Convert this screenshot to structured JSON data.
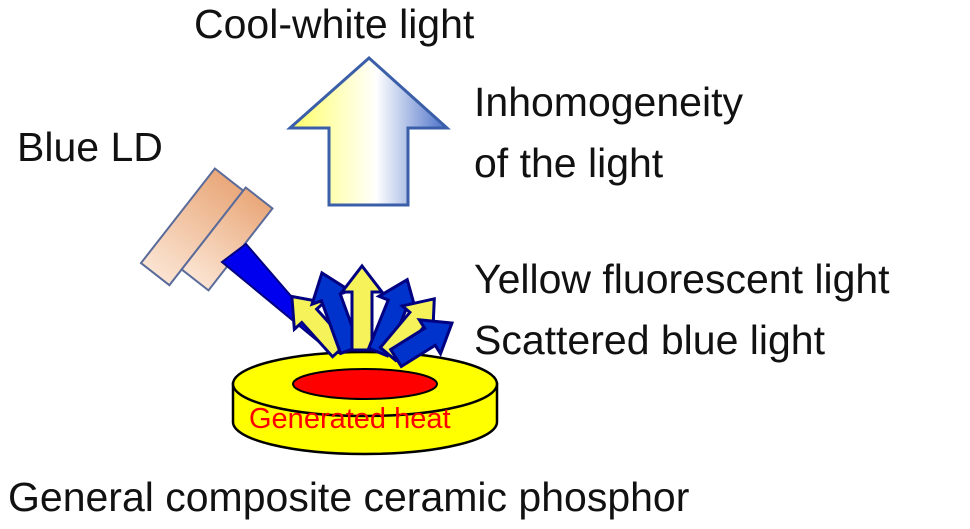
{
  "labels": {
    "cool_white": "Cool-white light",
    "inhomogeneity_line1": "Inhomogeneity",
    "inhomogeneity_line2": "of the light",
    "blue_ld": "Blue LD",
    "yellow_fluorescent": "Yellow fluorescent  light",
    "scattered_blue": "Scattered blue light",
    "generated_heat": "Generated heat",
    "phosphor_caption": "General composite ceramic phosphor"
  },
  "colors": {
    "text": "#111111",
    "phosphor_yellow": "#FFFF00",
    "heat_red": "#FF0000",
    "heat_text": "#FF0000",
    "laser_blue": "#0000EE",
    "arrow_yellow": "#F5F25A",
    "arrow_blue_light": "#6E8DD6",
    "ld_body": "#F5C8A8"
  },
  "icons": {
    "blue_ld": "laser-diode-icon",
    "cool_white_arrow": "up-gradient-arrow-icon",
    "emission_arrows": "fan-arrows-icon",
    "phosphor_disk": "ring-disk-icon"
  }
}
